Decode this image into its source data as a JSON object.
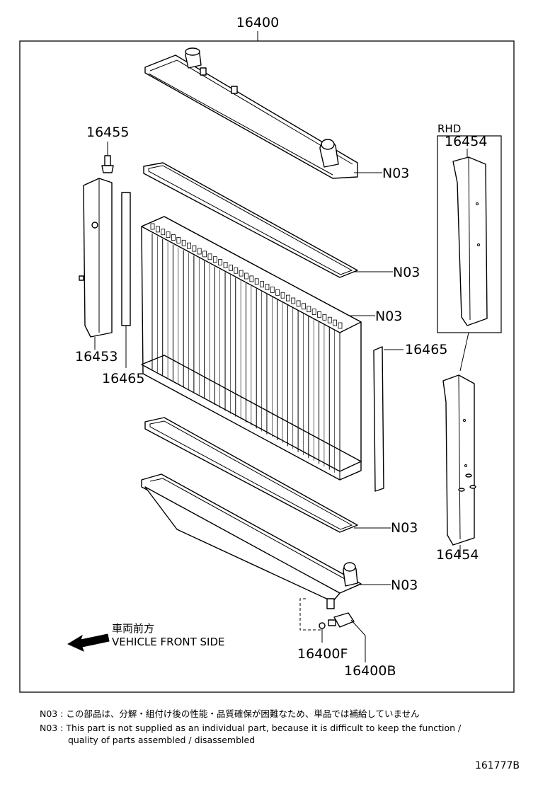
{
  "labels": {
    "assembly": "16400",
    "rhd": "RHD",
    "bracket_upper_rhd": "16454",
    "bracket_lower": "16454",
    "bolt": "16455",
    "left_support": "16453",
    "seal_left": "16465",
    "seal_right": "16465",
    "n03_top_tank": "N03",
    "n03_upper_gasket": "N03",
    "n03_core": "N03",
    "n03_lower_gasket": "N03",
    "n03_lower_tank": "N03",
    "drain_gasket": "16400F",
    "drain_cock": "16400B"
  },
  "direction": {
    "jp": "車両前方",
    "en": "VEHICLE FRONT SIDE"
  },
  "notes": [
    "N03 : この部品は、分解・組付け後の性能・品質確保が困難なため、単品では補給していません",
    "N03 : This part is not supplied as an individual part, because it is difficult to keep the function /",
    "quality of parts assembled / disassembled"
  ],
  "illustration_code": "161777B"
}
